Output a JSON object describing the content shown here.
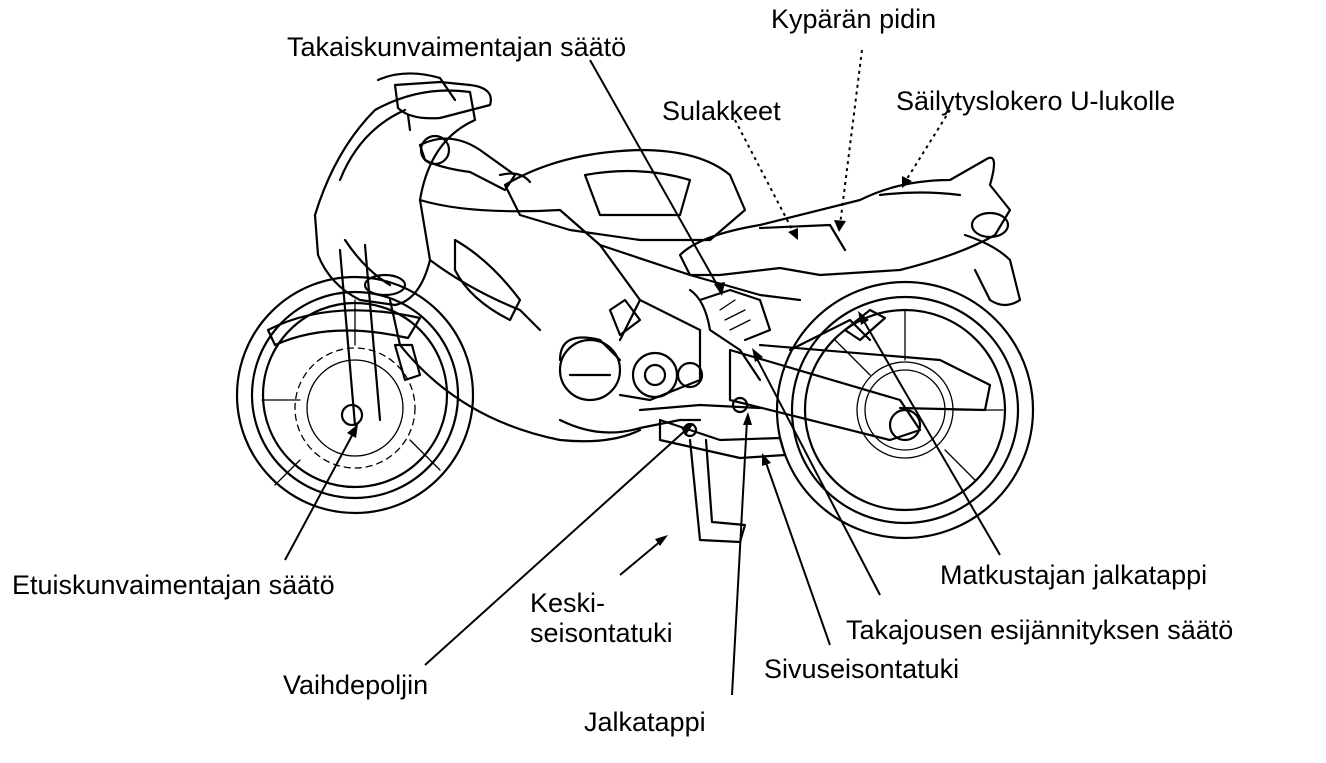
{
  "labels": {
    "takaiskunvaimentajan_saato": "Takaiskunvaimentajan säätö",
    "kyparan_pidin": "Kypärän pidin",
    "sulakkeet": "Sulakkeet",
    "sailytyslokero": "Säilytyslokero U-lukolle",
    "etuiskunvaimentajan_saato": "Etuiskunvaimentajan säätö",
    "keski_line1": "Keski-",
    "keski_line2": "seisontatuki",
    "vaihdepoljin": "Vaihdepoljin",
    "jalkatappi": "Jalkatappi",
    "sivuseisontatuki": "Sivuseisontatuki",
    "takajousen_saato": "Takajousen esijännityksen säätö",
    "matkustajan_jalkatappi": "Matkustajan jalkatappi"
  },
  "figure": {
    "subject": "motorcycle-side-view",
    "line_color": "#000000",
    "background": "#ffffff"
  }
}
